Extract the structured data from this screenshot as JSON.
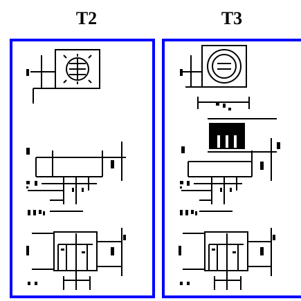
{
  "titles": {
    "t2": "T2",
    "t3": "T3"
  },
  "colors": {
    "frame": "#0000ff",
    "ink": "#000000",
    "paper": "#ffffff"
  },
  "panels": [
    {
      "id": "t2",
      "icon": "rotary-dial-icon"
    },
    {
      "id": "t3",
      "icon": "knob-ring-icon"
    }
  ]
}
